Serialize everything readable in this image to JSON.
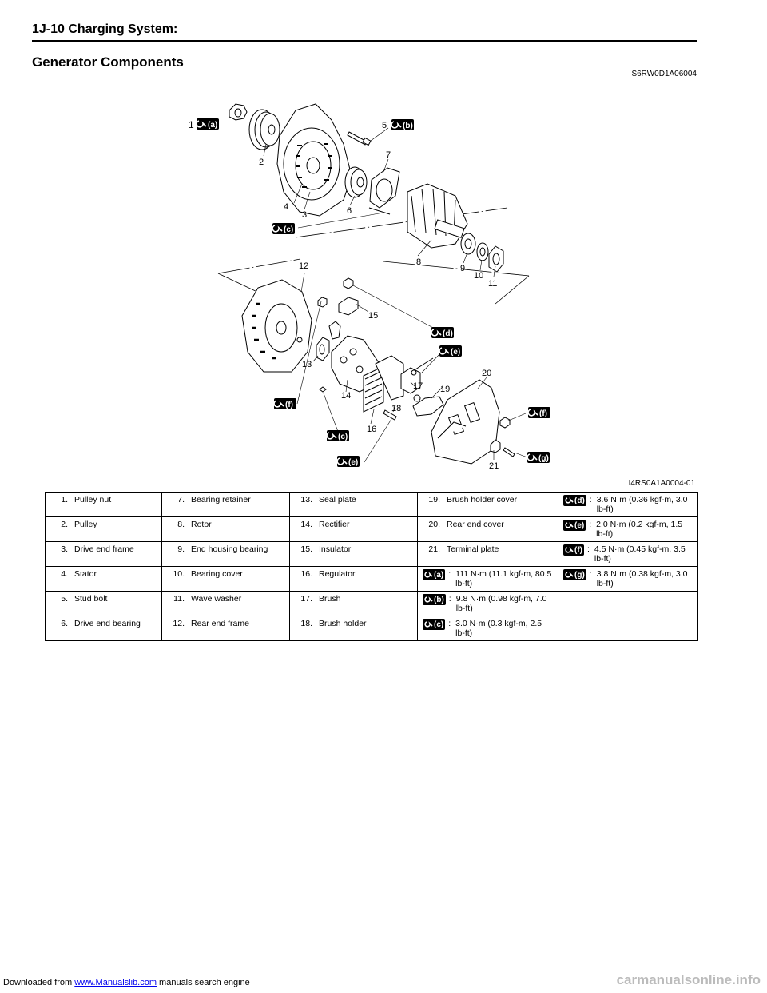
{
  "header": {
    "title": "1J-10   Charging System:"
  },
  "section": {
    "title": "Generator Components",
    "code": "S6RW0D1A06004"
  },
  "figure": {
    "id": "I4RS0A1A0004-01",
    "callouts": {
      "n1": "1",
      "n2": "2",
      "n3": "3",
      "n4": "4",
      "n5": "5",
      "n6": "6",
      "n7": "7",
      "n8": "8",
      "n9": "9",
      "n10": "10",
      "n11": "11",
      "n12": "12",
      "n13": "13",
      "n14": "14",
      "n15": "15",
      "n16": "16",
      "n17": "17",
      "n18": "18",
      "n19": "19",
      "n20": "20",
      "n21": "21"
    },
    "torque_tags": {
      "a": "(a)",
      "b": "(b)",
      "c": "(c)",
      "d": "(d)",
      "e": "(e)",
      "f": "(f)",
      "g": "(g)"
    }
  },
  "legend": {
    "rows": [
      [
        {
          "num": "1.",
          "name": "Pulley nut"
        },
        {
          "num": "7.",
          "name": "Bearing retainer"
        },
        {
          "num": "13.",
          "name": "Seal plate"
        },
        {
          "num": "19.",
          "name": "Brush holder cover"
        }
      ],
      [
        {
          "num": "2.",
          "name": "Pulley"
        },
        {
          "num": "8.",
          "name": "Rotor"
        },
        {
          "num": "14.",
          "name": "Rectifier"
        },
        {
          "num": "20.",
          "name": "Rear end cover"
        }
      ],
      [
        {
          "num": "3.",
          "name": "Drive end frame"
        },
        {
          "num": "9.",
          "name": "End housing bearing"
        },
        {
          "num": "15.",
          "name": "Insulator"
        },
        {
          "num": "21.",
          "name": "Terminal plate"
        }
      ],
      [
        {
          "num": "4.",
          "name": "Stator"
        },
        {
          "num": "10.",
          "name": "Bearing cover"
        },
        {
          "num": "16.",
          "name": "Regulator"
        }
      ],
      [
        {
          "num": "5.",
          "name": "Stud bolt"
        },
        {
          "num": "11.",
          "name": "Wave washer"
        },
        {
          "num": "17.",
          "name": "Brush"
        }
      ],
      [
        {
          "num": "6.",
          "name": "Drive end bearing"
        },
        {
          "num": "12.",
          "name": "Rear end frame"
        },
        {
          "num": "18.",
          "name": "Brush holder"
        }
      ]
    ],
    "torques": {
      "a": {
        "tag": "(a)",
        "value": "111 N·m (11.1 kgf-m, 80.5 lb-ft)"
      },
      "b": {
        "tag": "(b)",
        "value": "9.8 N·m (0.98 kgf-m, 7.0 lb-ft)"
      },
      "c": {
        "tag": "(c)",
        "value": "3.0 N·m (0.3 kgf-m, 2.5 lb-ft)"
      },
      "d": {
        "tag": "(d)",
        "value": "3.6 N·m (0.36 kgf-m, 3.0 lb-ft)"
      },
      "e": {
        "tag": "(e)",
        "value": "2.0 N·m (0.2 kgf-m, 1.5 lb-ft)"
      },
      "f": {
        "tag": "(f)",
        "value": "4.5 N·m (0.45 kgf-m, 3.5 lb-ft)"
      },
      "g": {
        "tag": "(g)",
        "value": "3.8 N·m (0.38 kgf-m, 3.0 lb-ft)"
      }
    },
    "colon": ":"
  },
  "footer": {
    "prefix": "Downloaded from",
    "link": "www.Manualslib.com",
    "suffix": "manuals search engine",
    "watermark": "carmanualsonline.info"
  }
}
